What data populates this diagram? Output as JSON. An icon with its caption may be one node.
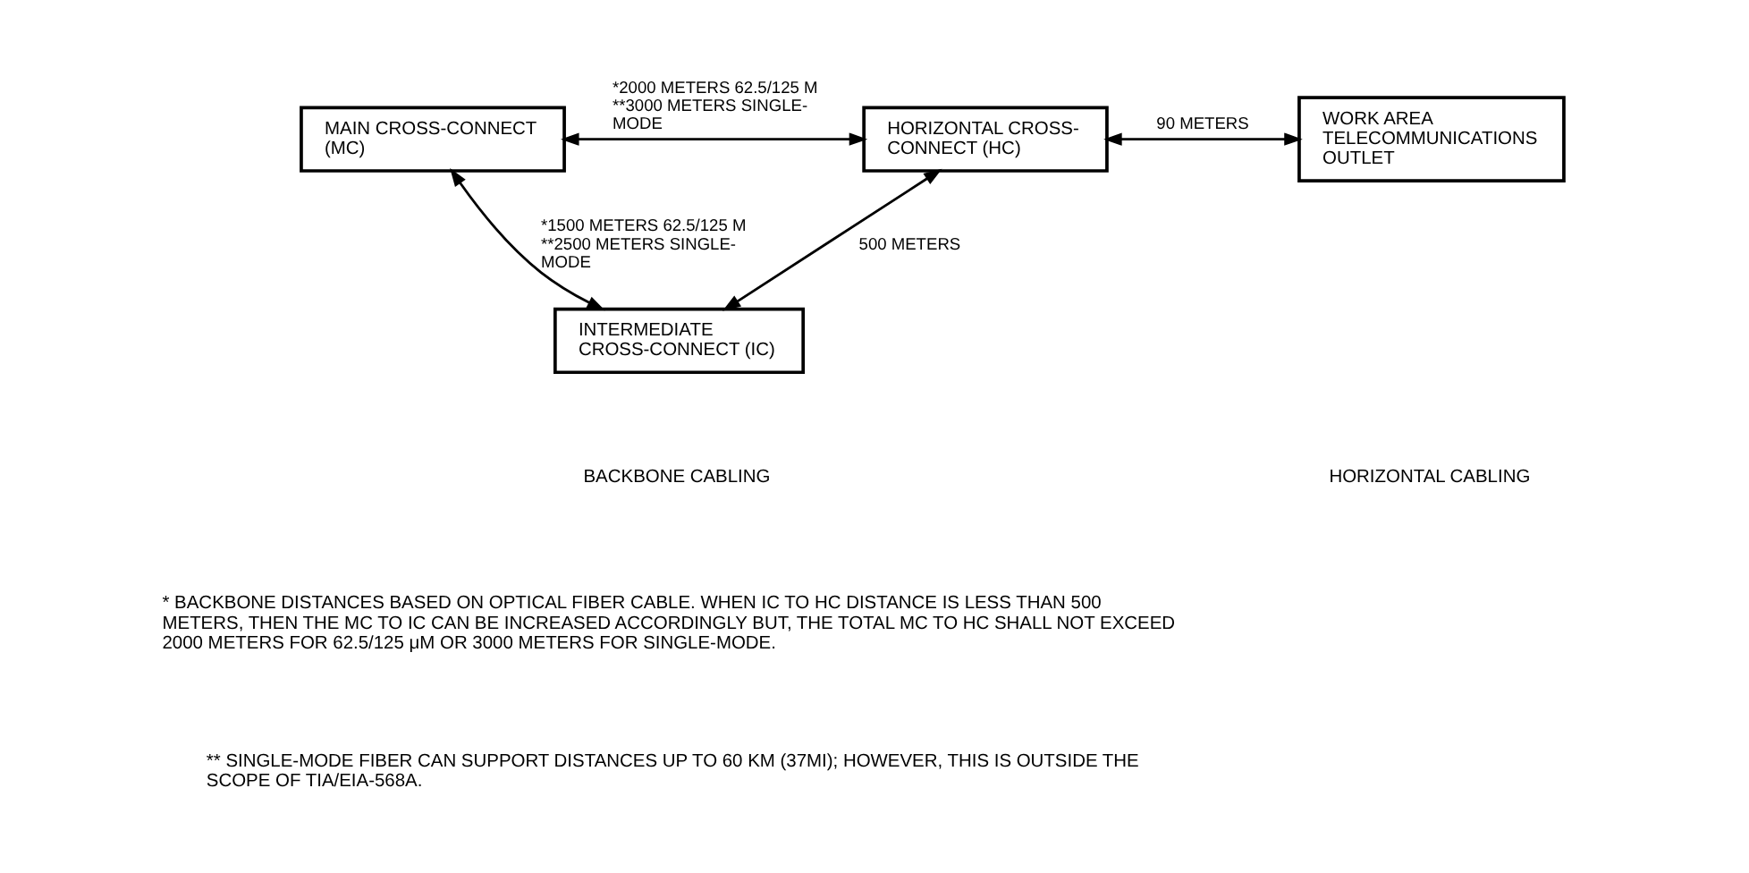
{
  "diagram": {
    "nodes": [
      {
        "text": [
          "MAIN CROSS-CONNECT (MC)"
        ]
      },
      {
        "text": [
          "HORIZONTAL CROSS-CONNECT (HC)"
        ]
      },
      {
        "text": [
          "WORK AREA TELECOMMUNICATIONS OUTLET"
        ]
      },
      {
        "text": [
          "INTERMEDIATE CROSS-CONNECT (IC)"
        ]
      }
    ],
    "edges": [
      {
        "from": 0,
        "to": 1,
        "arrow": "both",
        "label": "*2000 METERS 62.5/125 M **3000 METERS SINGLE-MODE"
      },
      {
        "from": 1,
        "to": 2,
        "arrow": "both",
        "label": "90 METERS"
      },
      {
        "from": 0,
        "to": 3,
        "arrow": "both",
        "label": "*1500 METERS 62.5/125 M **2500 METERS SINGLE-MODE"
      },
      {
        "from": 1,
        "to": 3,
        "arrow": "both",
        "label": "500 METERS"
      }
    ],
    "labels": [
      "BACKBONE CABLING",
      "HORIZONTAL CABLING",
      "* BACKBONE DISTANCES BASED ON OPTICAL FIBER CABLE. WHEN IC TO HC DISTANCE IS LESS THAN 500 METERS, THEN THE MC TO IC CAN BE INCREASED ACCORDINGLY BUT, THE TOTAL MC TO HC SHALL NOT EXCEED 2000 METERS FOR 62.5/125 μM OR 3000 METERS FOR SINGLE-MODE.",
      "** SINGLE-MODE FIBER CAN SUPPORT DISTANCES UP TO 60 KM (37MI); HOWEVER, THIS IS OUTSIDE THE SCOPE OF TIA/EIA-568A."
    ]
  }
}
